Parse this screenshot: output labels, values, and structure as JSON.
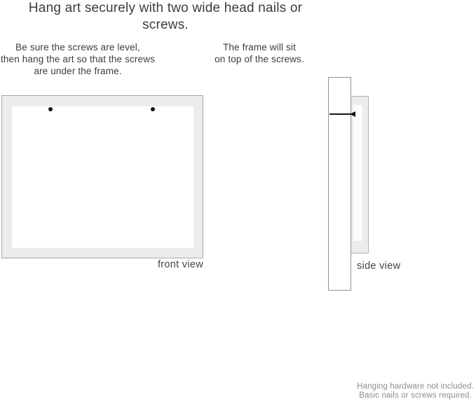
{
  "title": "Hang art securely with two wide head nails or screws.",
  "front_view": {
    "instruction_lines": [
      "Be sure the screws are level,",
      "then hang the art so that the screws",
      "are under the frame."
    ],
    "label": "front view"
  },
  "side_view": {
    "instruction_lines": [
      "The frame will sit",
      "on top of the screws."
    ],
    "label": "side view"
  },
  "footnote_lines": [
    "Hanging hardware not included.",
    "Basic nails or screws required."
  ],
  "colors": {
    "background": "#ffffff",
    "frame_fill": "#ececec",
    "frame_border": "#a8a8a8",
    "wall_border": "#8f8f8f",
    "nail": "#151515",
    "text_primary": "#3d3d3d",
    "text_footnote": "#8c8c8c"
  }
}
